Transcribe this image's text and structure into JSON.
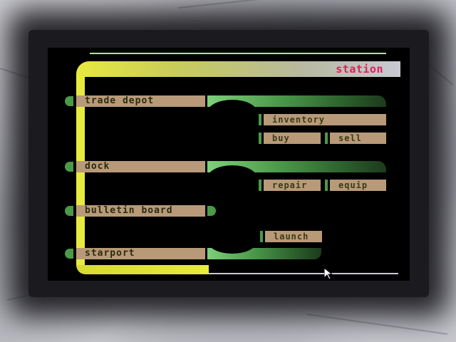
{
  "header": {
    "title": "station"
  },
  "menu": {
    "trade_depot": "trade depot",
    "dock": "dock",
    "bulletin_board": "bulletin board",
    "starport": "starport"
  },
  "submenu": {
    "inventory": "inventory",
    "buy": "buy",
    "sell": "sell",
    "repair": "repair",
    "equip": "equip",
    "launch": "launch"
  },
  "colors": {
    "title": "#e81a5a",
    "button": "#b89a78",
    "accent_green": "#4a9a4a",
    "accent_yellow": "#e8ea40"
  }
}
